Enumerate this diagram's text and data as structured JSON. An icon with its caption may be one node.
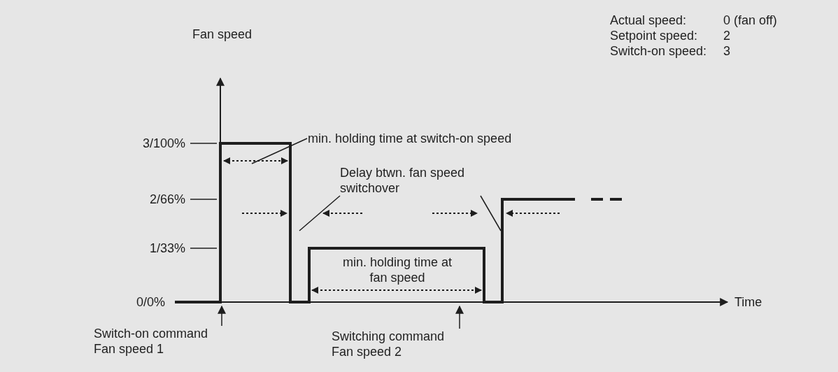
{
  "diagram": {
    "nodes": [
      {
        "text": [
          "min. holding time at switch-on speed"
        ]
      },
      {
        "text": [
          "Delay btwn. fan speed switchover"
        ]
      },
      {
        "text": [
          "Switch-on command Fan speed 1"
        ]
      },
      {
        "text": [
          "Switching command Fan speed 2"
        ]
      }
    ],
    "edges": [
      {
        "from": 0,
        "to": null,
        "arrow": "none"
      },
      {
        "from": 1,
        "to": null,
        "arrow": "none"
      },
      {
        "from": 1,
        "to": null,
        "arrow": "none"
      },
      {
        "from": 2,
        "to": null,
        "arrow": "to"
      },
      {
        "from": 3,
        "to": null,
        "arrow": "to"
      }
    ],
    "labels": [
      "Fan speed",
      "Actual speed:",
      "0 (fan off)",
      "Setpoint speed:",
      "2",
      "Switch-on speed:",
      "3",
      "3/100%",
      "2/66%",
      "1/33%",
      "0/0%",
      "min. holding time at fan speed",
      "Time"
    ]
  }
}
